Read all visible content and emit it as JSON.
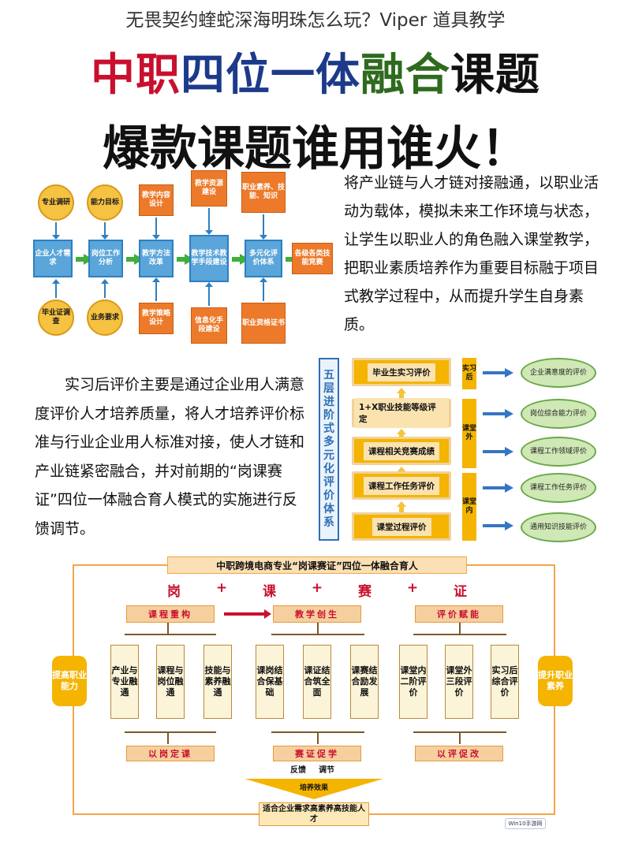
{
  "page_title": "无畏契约蝰蛇深海明珠怎么玩？Viper 道具教学",
  "headline1": {
    "part1": "中职",
    "part2": "四位一体",
    "part3": "融合",
    "part4": "课题"
  },
  "headline2": "爆款课题谁用谁火！",
  "flow": {
    "top_circles": [
      "专业调研",
      "能力目标"
    ],
    "bottom_circles": [
      "毕业证调查",
      "业务要求"
    ],
    "main_boxes": [
      "企业人才需求",
      "岗位工作分析",
      "教学方法改革",
      "教学技术教学手段建设",
      "多元化评价体系"
    ],
    "result_box": "各级各类技能竞赛",
    "top_orange": [
      "教学内容设计",
      "教学资源建设",
      "职业素养、技能、知识"
    ],
    "bottom_orange": [
      "教学策略设计",
      "信息化手段建设",
      "职业资格证书"
    ]
  },
  "para_right": "将产业链与人才链对接融通，以职业活动为载体，模拟未来工作环境与状态，让学生以职业人的角色融入课堂教学，把职业素质培养作为重要目标融于项目式教学过程中，从而提升学生自身素质。",
  "para_left": "实习后评价主要是通过企业用人满意度评价人才培养质量，将人才培养评价标准与行业企业用人标准对接，使人才链和产业链紧密融合，并对前期的“岗课赛证”四位一体融合育人模式的实施进行反馈调节。",
  "eval": {
    "vertical_label": "五层进阶式多元化评价体系",
    "levels": [
      "毕业生实习评价",
      "1+X职业技能等级评定",
      "课程相关竞赛成绩",
      "课程工作任务评价",
      "课堂过程评价"
    ],
    "stages": [
      "实习后",
      "课堂外",
      "课堂内"
    ],
    "ovals": [
      "企业满意度的评价",
      "岗位综合能力评价",
      "课程工作领域评价",
      "课程工作任务评价",
      "通用知识技能评价"
    ]
  },
  "model": {
    "title": "中职跨境电商专业“岗课赛证”四位一体融合育人",
    "keys": [
      "岗",
      "+",
      "课",
      "+",
      "赛",
      "+",
      "证"
    ],
    "top_boxes": [
      "课程重构",
      "教学创生",
      "评价赋能"
    ],
    "columns": [
      "产业与专业融通",
      "课程与岗位融通",
      "技能与素养融通",
      "课岗结合保基础",
      "课证结合筑全面",
      "课赛结合励发展",
      "课堂内二阶评价",
      "课堂外三段评价",
      "实习后综合评价"
    ],
    "bottom_boxes": [
      "以岗定课",
      "赛证促学",
      "以评促改"
    ],
    "left_side": "提高职业能力",
    "right_side": "提升职业素养",
    "feedback_left": "反馈",
    "feedback_right": "调节",
    "effect": "培养效果",
    "result": "适合企业需求高素养高技能人才"
  },
  "watermark": "Win10手游网"
}
